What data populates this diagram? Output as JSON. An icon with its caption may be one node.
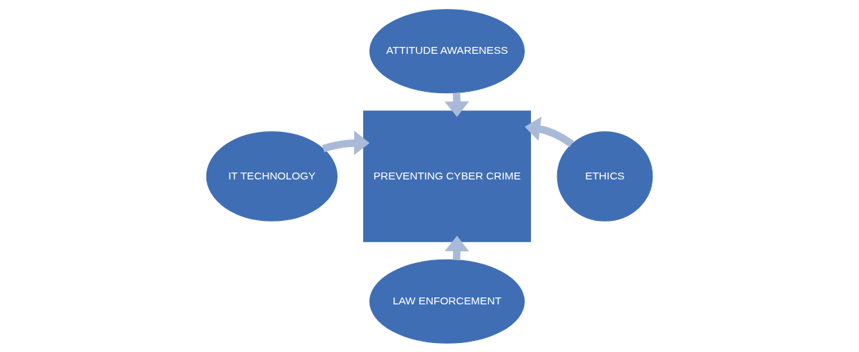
{
  "diagram": {
    "nodes": [
      {
        "text": [
          "ATTITUDE AWARENESS"
        ]
      },
      {
        "text": [
          "IT TECHNOLOGY"
        ]
      },
      {
        "text": [
          "PREVENTING CYBER CRIME"
        ]
      },
      {
        "text": [
          "ETHICS"
        ]
      },
      {
        "text": [
          "LAW ENFORCEMENT"
        ]
      }
    ],
    "edges": [
      {
        "from": 0,
        "to": 2,
        "arrow": "to"
      },
      {
        "from": 1,
        "to": 2,
        "arrow": "to"
      },
      {
        "from": 3,
        "to": 2,
        "arrow": "to"
      },
      {
        "from": 4,
        "to": 2,
        "arrow": "to"
      }
    ]
  }
}
